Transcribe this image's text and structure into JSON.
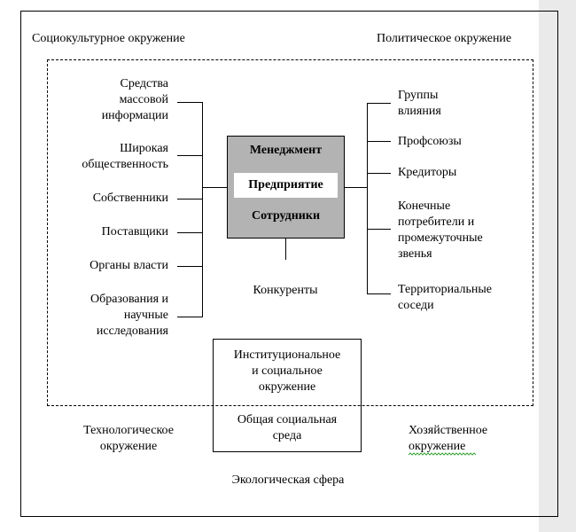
{
  "outer_corners": {
    "top_left": "Социокультурное окружение",
    "top_right": "Политическое окружение",
    "bottom_left": "Технологическое\nокружение",
    "bottom_right": "Хозяйственное\nокружение"
  },
  "left_stakeholders": [
    "Средства\nмассовой\nинформации",
    "Широкая\nобщественность",
    "Собственники",
    "Поставщики",
    "Органы власти",
    "Образования и\nнаучные\nисследования"
  ],
  "right_stakeholders": [
    "Группы\nвлияния",
    "Профсоюзы",
    "Кредиторы",
    "Конечные\nпотребители и\nпромежуточные\nзвенья",
    "Территориальные\nсоседи"
  ],
  "center": {
    "top": "Менеджмент",
    "middle": "Предприятие",
    "bottom": "Сотрудники"
  },
  "competitors": "Конкуренты",
  "environment_box": {
    "upper": "Институциональное\nи социальное\nокружение",
    "lower": "Общая социальная\nсреда"
  },
  "ecology": "Экологическая сфера",
  "colors": {
    "center_box": "#b3b3b3",
    "spellcheck_squiggle": "#3aa33a"
  }
}
